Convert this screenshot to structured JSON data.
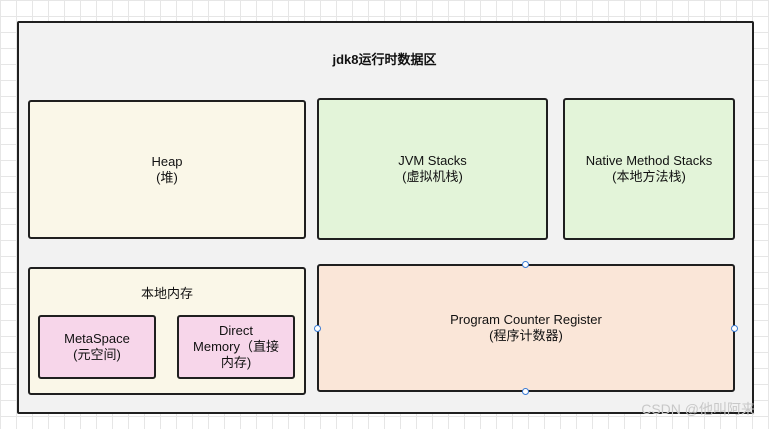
{
  "diagram": {
    "title": "jdk8运行时数据区",
    "heap": {
      "line1": "Heap",
      "line2": "(堆)"
    },
    "jvm_stacks": {
      "line1": "JVM Stacks",
      "line2": "(虚拟机栈)"
    },
    "native_method_stacks": {
      "line1": "Native Method Stacks",
      "line2": "(本地方法栈)"
    },
    "native_memory": {
      "label": "本地内存",
      "metaspace": {
        "line1": "MetaSpace",
        "line2": "(元空间)"
      },
      "direct_memory": {
        "line1": "Direct",
        "line2": "Memory（直接",
        "line3": "内存)"
      }
    },
    "program_counter_register": {
      "line1": "Program Counter Register",
      "line2": "(程序计数器)"
    }
  },
  "colors": {
    "outer_fill": "#f2f2f2",
    "heap_fill": "#faf7e8",
    "stacks_fill": "#e3f4d9",
    "metaspace_fill": "#f7d6ea",
    "pcr_fill": "#fae6d8",
    "handle_stroke": "#3a7bd5"
  },
  "watermark": "CSDN @他叫阿来"
}
